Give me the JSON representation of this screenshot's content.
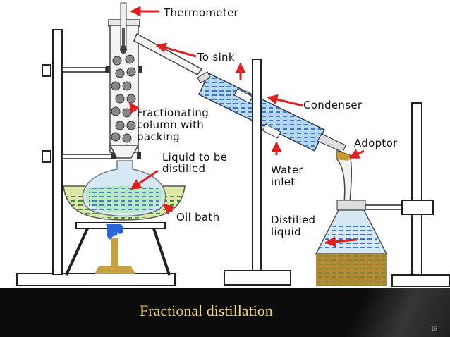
{
  "diagram": {
    "labels": {
      "thermometer": "Thermometer",
      "to_sink": "To sink",
      "condenser": "Condenser",
      "adoptor": "Adoptor",
      "fractionating_1": "Fractionating",
      "fractionating_2": "column with",
      "fractionating_3": "packing",
      "liquid_1": "Liquid to be",
      "liquid_2": "distilled",
      "water_1": "Water",
      "water_2": "inlet",
      "oil_bath": "Oil bath",
      "distilled_1": "Distilled",
      "distilled_2": "liquid"
    },
    "colors": {
      "arrow": "#e02020",
      "glass": "#b8d8f0",
      "liquid_green": "#9ee09a",
      "liquid_blue": "#3a78d8",
      "stand": "#ffffff",
      "flame": "#2a66d6",
      "burner": "#c8a040",
      "receiver_liquid": "#b88a30"
    }
  },
  "slide": {
    "title": "Fractional distillation",
    "number": "16"
  }
}
